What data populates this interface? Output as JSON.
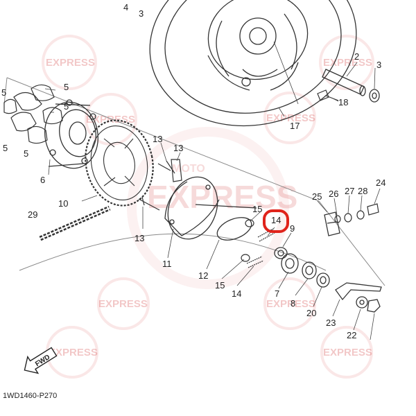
{
  "diagram_code": "1WD1460-P270",
  "fwd_label": "FWD",
  "highlighted_part": "14",
  "highlight_color": "#e0231b",
  "watermark": {
    "brand": "EXPRESS",
    "prefix": "MOTO",
    "color": "#d23a3a"
  },
  "callouts": [
    {
      "id": "c4",
      "text": "4"
    },
    {
      "id": "c3",
      "text": "3"
    },
    {
      "id": "c2",
      "text": "2"
    },
    {
      "id": "c3b",
      "text": "3"
    },
    {
      "id": "c18",
      "text": "18"
    },
    {
      "id": "c17",
      "text": "17"
    },
    {
      "id": "c5a",
      "text": "5"
    },
    {
      "id": "c5b",
      "text": "5"
    },
    {
      "id": "c5c",
      "text": "5"
    },
    {
      "id": "c5d",
      "text": "5"
    },
    {
      "id": "c5e",
      "text": "5"
    },
    {
      "id": "c6",
      "text": "6"
    },
    {
      "id": "c13a",
      "text": "13"
    },
    {
      "id": "c13b",
      "text": "13"
    },
    {
      "id": "c10",
      "text": "10"
    },
    {
      "id": "c29",
      "text": "29"
    },
    {
      "id": "c13c",
      "text": "13"
    },
    {
      "id": "c11",
      "text": "11"
    },
    {
      "id": "c15a",
      "text": "15"
    },
    {
      "id": "c14hl",
      "text": "14"
    },
    {
      "id": "c9",
      "text": "9"
    },
    {
      "id": "c12",
      "text": "12"
    },
    {
      "id": "c15b",
      "text": "15"
    },
    {
      "id": "c14",
      "text": "14"
    },
    {
      "id": "c7",
      "text": "7"
    },
    {
      "id": "c8",
      "text": "8"
    },
    {
      "id": "c20",
      "text": "20"
    },
    {
      "id": "c25",
      "text": "25"
    },
    {
      "id": "c26",
      "text": "26"
    },
    {
      "id": "c27",
      "text": "27"
    },
    {
      "id": "c28",
      "text": "28"
    },
    {
      "id": "c24",
      "text": "24"
    },
    {
      "id": "c23",
      "text": "23"
    },
    {
      "id": "c22",
      "text": "22"
    }
  ]
}
